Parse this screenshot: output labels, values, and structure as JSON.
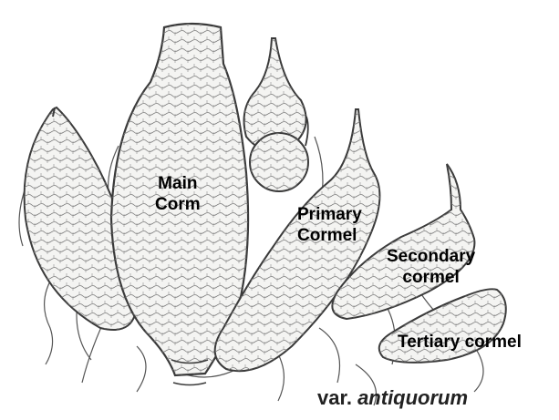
{
  "labels": {
    "main_corm": [
      "Main",
      "Corm"
    ],
    "primary_cormel": [
      "Primary",
      "Cormel"
    ],
    "secondary_cormel": [
      "Secondary",
      "cormel"
    ],
    "tertiary_cormel": "Tertiary cormel"
  },
  "caption": {
    "prefix": "var.",
    "italic": "antiquorum"
  },
  "colors": {
    "ink": "#3a3a3a",
    "fill": "#f4f4f2",
    "text": "#000000"
  }
}
